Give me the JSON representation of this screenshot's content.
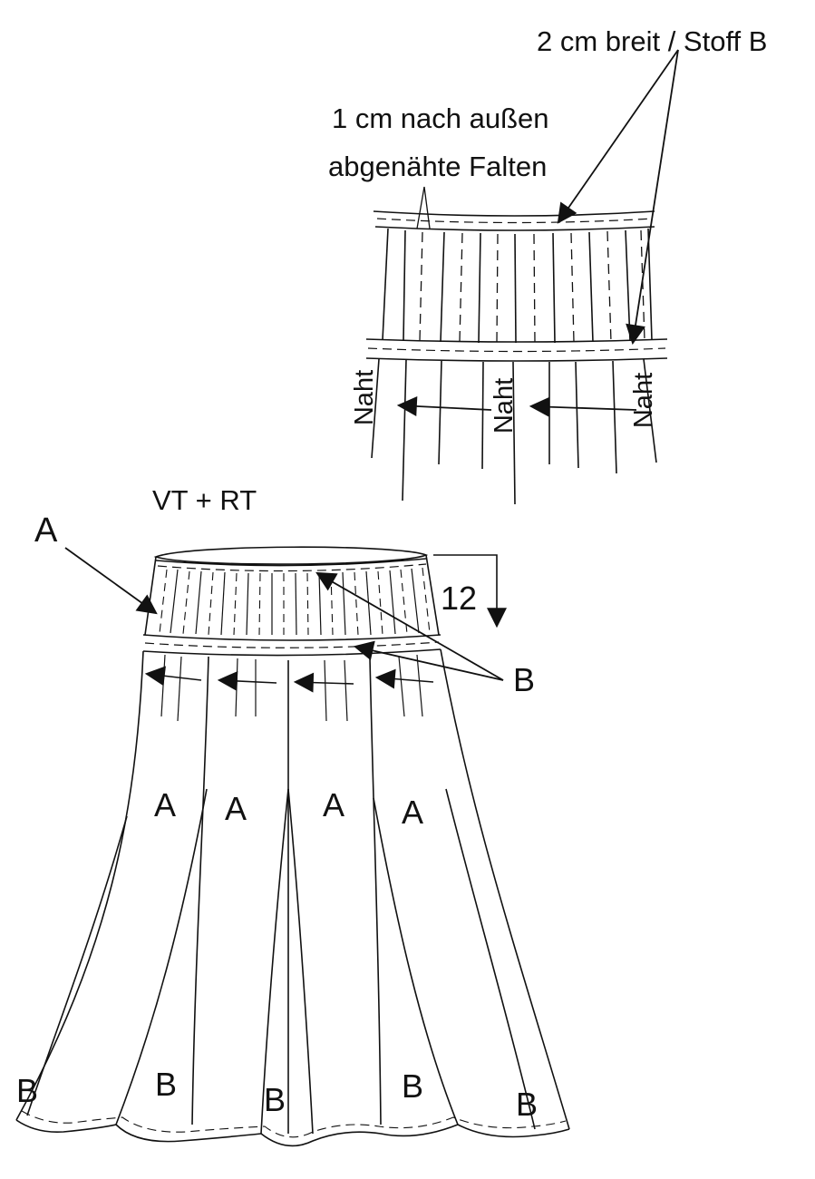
{
  "top_view": {
    "label_width": "2 cm breit / Stoff B",
    "label_folds_line1": "1 cm nach außen",
    "label_folds_line2": "abgenähte Falten",
    "seam_labels": [
      "Naht",
      "Naht",
      "Naht"
    ]
  },
  "main_view": {
    "title": "VT + RT",
    "label_a_top": "A",
    "measure": "12",
    "label_b_waist": "B",
    "panel_labels_a": [
      "A",
      "A",
      "A",
      "A"
    ],
    "hem_labels_b": [
      "B",
      "B",
      "B",
      "B",
      "B"
    ]
  },
  "colors": {
    "ink": "#111111",
    "paper": "#ffffff"
  }
}
